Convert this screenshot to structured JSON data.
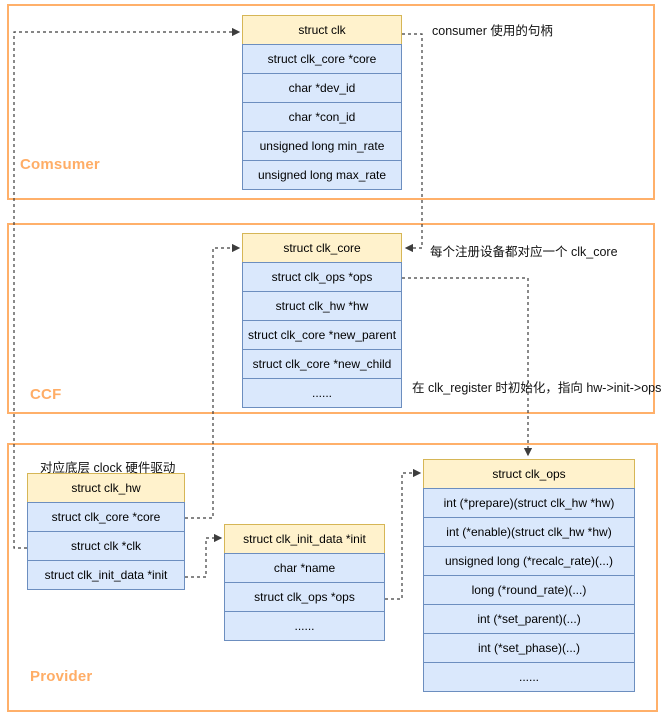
{
  "sections": {
    "consumer": {
      "label": "Comsumer"
    },
    "ccf": {
      "label": "CCF"
    },
    "provider": {
      "label": "Provider"
    }
  },
  "annotations": {
    "consumer_handle": "consumer 使用的句柄",
    "clk_core_note": "每个注册设备都对应一个 clk_core",
    "ops_init_note": "在 clk_register 时初始化，指向 hw->init->ops",
    "hw_driver_note": "对应底层 clock 硬件驱动"
  },
  "tables": {
    "clk": {
      "title": "struct clk",
      "rows": [
        "struct clk_core *core",
        "char *dev_id",
        "char *con_id",
        "unsigned long min_rate",
        "unsigned long max_rate"
      ]
    },
    "clk_core": {
      "title": "struct clk_core",
      "rows": [
        "struct clk_ops *ops",
        "struct clk_hw *hw",
        "struct clk_core *new_parent",
        "struct clk_core *new_child",
        "......"
      ]
    },
    "clk_hw": {
      "title": "struct clk_hw",
      "rows": [
        "struct clk_core *core",
        "struct clk *clk",
        "struct clk_init_data *init"
      ]
    },
    "clk_init_data": {
      "title": "struct clk_init_data *init",
      "rows": [
        "char *name",
        "struct clk_ops *ops",
        "......"
      ]
    },
    "clk_ops": {
      "title": "struct clk_ops",
      "rows": [
        "int (*prepare)(struct clk_hw *hw)",
        "int (*enable)(struct clk_hw *hw)",
        "unsigned long (*recalc_rate)(...)",
        "long (*round_rate)(...)",
        "int (*set_parent)(...)",
        "int (*set_phase)(...)",
        "......"
      ]
    }
  },
  "colors": {
    "section_border": "#FFB06A",
    "section_label": "#FFAD66",
    "header_fill": "#FFF2CC",
    "header_border": "#D6B656",
    "row_fill": "#DAE8FC",
    "row_border": "#6C8EBF",
    "connector": "#3d3d3d"
  }
}
